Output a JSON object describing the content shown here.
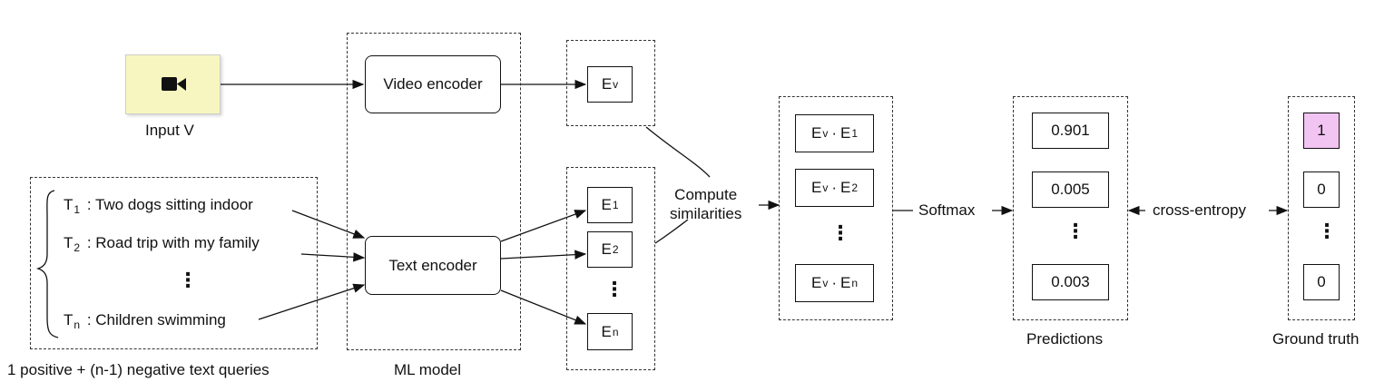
{
  "input": {
    "label": "Input V",
    "icon": "video-camera-icon",
    "fill": "#f8f6c0"
  },
  "queries": {
    "items": [
      {
        "token": "T",
        "sub": "1",
        "text": ": Two dogs sitting indoor"
      },
      {
        "token": "T",
        "sub": "2",
        "text": ": Road trip with my family"
      },
      {
        "token": "T",
        "sub": "n",
        "text": ": Children swimming"
      }
    ],
    "caption": "1 positive + (n-1) negative text queries"
  },
  "model": {
    "video_encoder": "Video encoder",
    "text_encoder": "Text encoder",
    "caption": "ML model"
  },
  "embeddings": {
    "video": {
      "base": "E",
      "sub": "v"
    },
    "text": [
      {
        "base": "E",
        "sub": "1"
      },
      {
        "base": "E",
        "sub": "2"
      },
      {
        "base": "E",
        "sub": "n"
      }
    ]
  },
  "compute_label_line1": "Compute",
  "compute_label_line2": "similarities",
  "similarities": [
    {
      "a": "E",
      "a_sub": "v",
      "op": "·",
      "b": "E",
      "b_sub": "1"
    },
    {
      "a": "E",
      "a_sub": "v",
      "op": "·",
      "b": "E",
      "b_sub": "2"
    },
    {
      "a": "E",
      "a_sub": "v",
      "op": "·",
      "b": "E",
      "b_sub": "n"
    }
  ],
  "softmax_label": "Softmax",
  "predictions": {
    "values": [
      "0.901",
      "0.005",
      "0.003"
    ],
    "caption": "Predictions"
  },
  "loss_label": "cross-entropy",
  "ground_truth": {
    "values": [
      "1",
      "0",
      "0"
    ],
    "caption": "Ground truth",
    "highlight": "#f2c4f2"
  },
  "ellipsis": "⋮"
}
